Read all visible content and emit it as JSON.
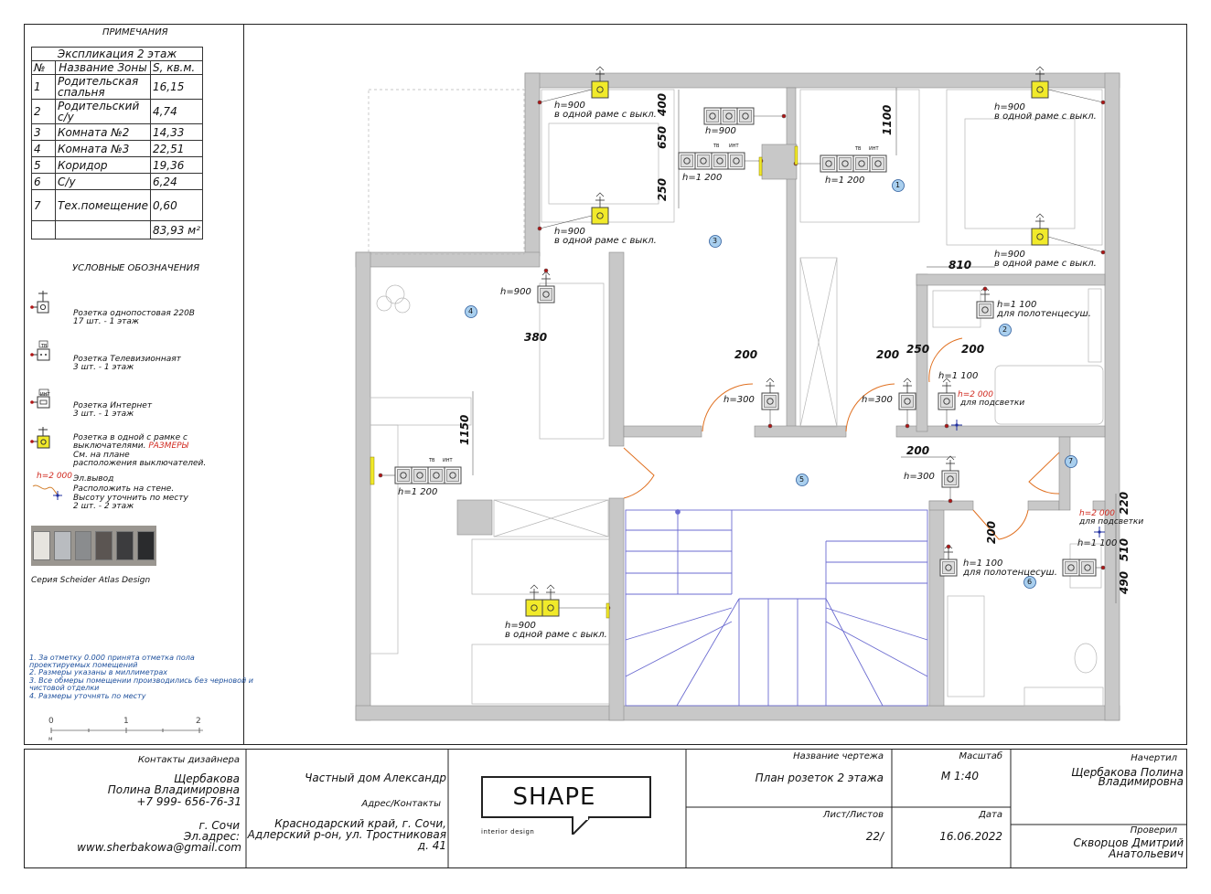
{
  "notes_header": "ПРИМЕЧАНИЯ",
  "explication": {
    "title": "Экспликация 2 этаж",
    "headers": [
      "№",
      "Название Зоны",
      "S, кв.м."
    ],
    "rows": [
      {
        "n": "1",
        "name": "Родительская спальня",
        "area": "16,15"
      },
      {
        "n": "2",
        "name": "Родительский с/у",
        "area": "4,74"
      },
      {
        "n": "3",
        "name": "Комната №2",
        "area": "14,33"
      },
      {
        "n": "4",
        "name": "Комната №3",
        "area": "22,51"
      },
      {
        "n": "5",
        "name": "Коридор",
        "area": "19,36"
      },
      {
        "n": "6",
        "name": "С/у",
        "area": "6,24"
      },
      {
        "n": "7",
        "name": "Тех.помещение",
        "area": "0,60"
      }
    ],
    "total": "83,93 м²"
  },
  "legend": {
    "title": "УСЛОВНЫЕ ОБОЗНАЧЕНИЯ",
    "socket_single": "Розетка однопостовая 220В",
    "socket_single_count": "17 шт. - 1 этаж",
    "tv_tag": "ТВ",
    "socket_tv": "Розетка Телевизионнаят",
    "socket_tv_count": "3 шт. - 1 этаж",
    "int_tag": "ИНТ",
    "socket_internet": "Розетка Интернет",
    "socket_internet_count": "3 шт. - 1 этаж",
    "socket_frame_1": "Розетка в одной с рамке с",
    "socket_frame_2": "выключателями.",
    "socket_frame_red": "РАЗМЕРЫ",
    "socket_frame_3": "См. на плане",
    "socket_frame_4": "расположения выключателей.",
    "wire_h": "h=2 000",
    "wire_1": "Эл.вывод",
    "wire_2": "Расположить на стене.",
    "wire_3": "Высоту уточнить по месту",
    "wire_4": "2 шт. - 2 этаж",
    "series": "Серия Scheider Atlas Design",
    "swatches": [
      "#e6e4df",
      "#b9bcc0",
      "#8a8c8e",
      "#5b5552",
      "#3c3c3e",
      "#2a2b2d"
    ]
  },
  "notes": [
    "1. За отметку 0.000 принята отметка пола",
    "проектируемых помещений",
    "2. Размеры указаны в миллиметрах",
    "3. Все обмеры помещении производились без черновой и",
    "чистовой отделки",
    "4. Размеры уточнять по месту"
  ],
  "scale_bar": {
    "labels": [
      "0",
      "1",
      "2"
    ],
    "unit": "м"
  },
  "plan": {
    "room_numbers": [
      "1",
      "2",
      "3",
      "4",
      "5",
      "6",
      "7"
    ],
    "labels": {
      "h900_frame": "h=900",
      "frame_note": "в одной раме с выкл.",
      "h900": "h=900",
      "h1200": "h=1 200",
      "h300": "h=300",
      "h1100": "h=1 100",
      "h2000": "h=2 000",
      "towel": "для полотенцесуш.",
      "backlight": "для подсветки"
    },
    "dims": {
      "d400": "400",
      "d650": "650",
      "d250": "250",
      "d1100": "1100",
      "d810": "810",
      "d380": "380",
      "d200": "200",
      "d1150": "1150",
      "d220": "220",
      "d510": "510",
      "d490": "490"
    },
    "colors": {
      "wall": "#c8c8c8",
      "dim_red": "#d0281e",
      "stair": "#6b6bd0",
      "door": "#e07020",
      "tag_fill": "#a9cfee",
      "frame_fill": "#f1ea2a"
    }
  },
  "titleblock": {
    "contacts_label": "Контакты дизайнера",
    "designer_1": "Щербакова",
    "designer_2": "Полина Владимировна",
    "phone": "+7 999- 656-76-31",
    "city": "г. Сочи",
    "email_label": "Эл.адрес:",
    "email": "www.sherbakowa@gmail.com",
    "project": "Частный дом Александр",
    "address_label": "Адрес/Контакты",
    "address_1": "Краснодарский край, г. Сочи,",
    "address_2": "Адлерский р-он, ул. Тростниковая",
    "address_3": "д. 41",
    "logo": "SHAPE",
    "logo_sub": "interior design",
    "drawing_label": "Название чертежа",
    "drawing": "План розеток 2 этажа",
    "scale_label": "Масштаб",
    "scale": "М 1:40",
    "sheet_label": "Лист/Листов",
    "sheet": "22/",
    "date_label": "Дата",
    "date": "16.06.2022",
    "drawn_label": "Начертил",
    "drawn_1": "Щербакова Полина",
    "drawn_2": "Владимировна",
    "checked_label": "Проверил",
    "checked_1": "Скворцов Дмитрий",
    "checked_2": "Анатольевич"
  }
}
